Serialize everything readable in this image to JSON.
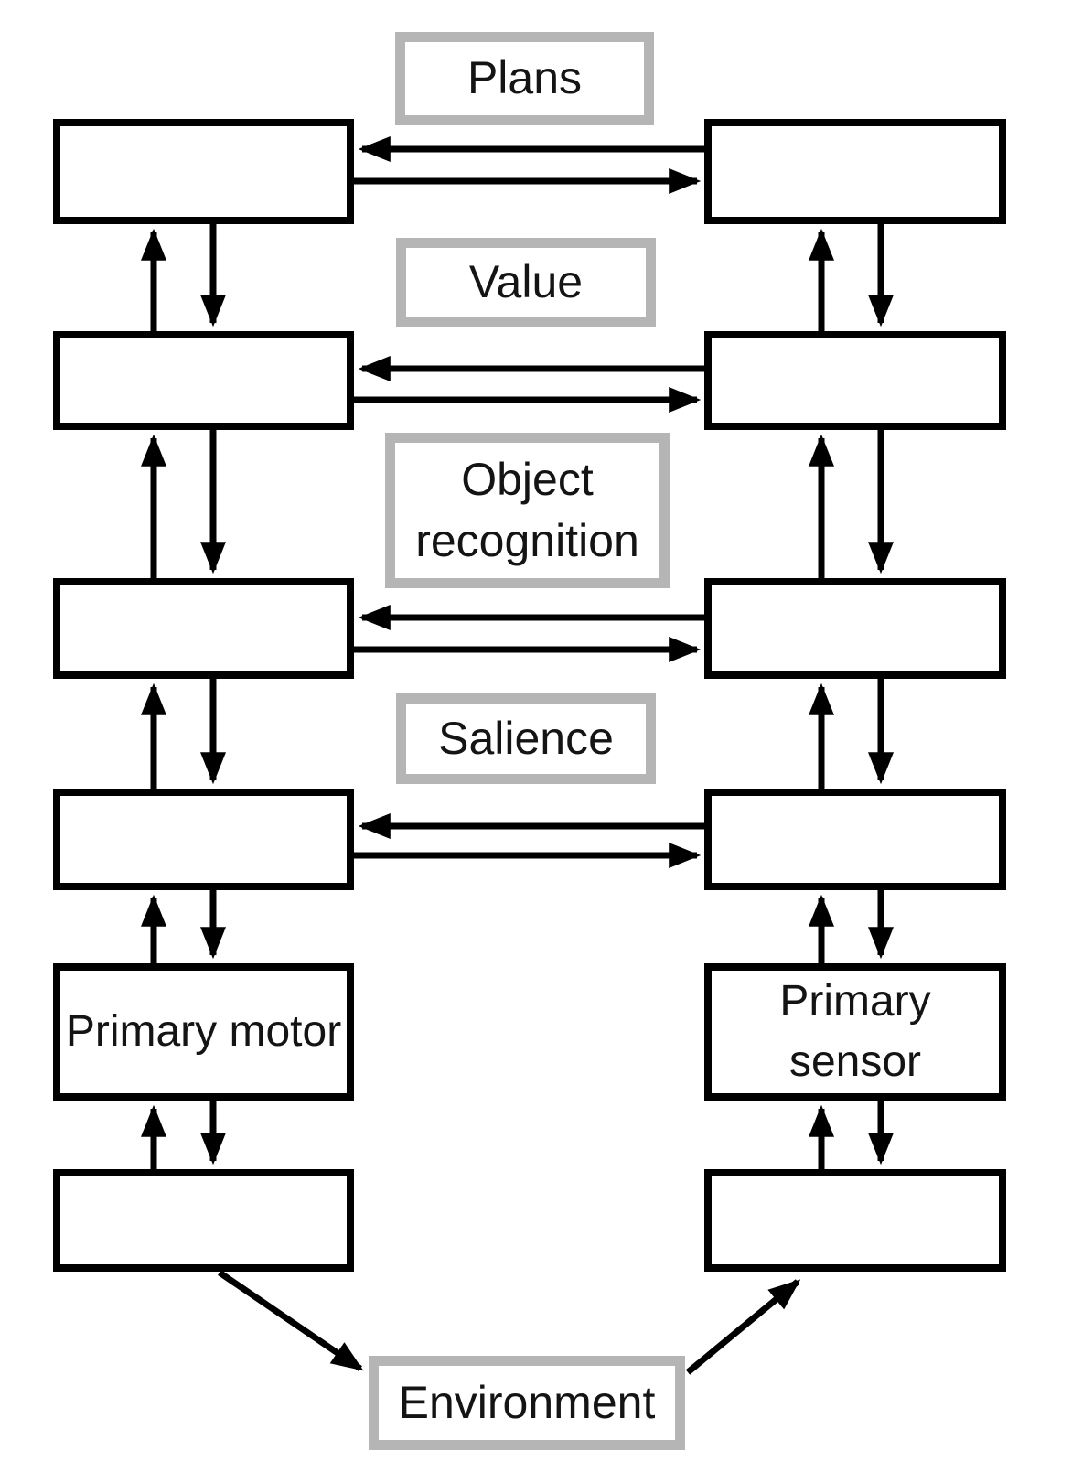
{
  "diagram": {
    "colors": {
      "background": "#ffffff",
      "line": "#000000",
      "box_border": "#000000",
      "box_fill": "#ffffff",
      "label_border": "#b5b5b5",
      "label_fill": "#ffffff",
      "text": "#141414"
    },
    "center_labels": [
      {
        "id": "plans",
        "text": "Plans"
      },
      {
        "id": "value",
        "text": "Value"
      },
      {
        "id": "object-recognition",
        "text": "Object recognition"
      },
      {
        "id": "salience",
        "text": "Salience"
      }
    ],
    "environment": {
      "text": "Environment"
    },
    "left_column": {
      "rows": [
        {
          "label": ""
        },
        {
          "label": ""
        },
        {
          "label": ""
        },
        {
          "label": ""
        },
        {
          "label": "Primary motor"
        },
        {
          "label": ""
        }
      ]
    },
    "right_column": {
      "rows": [
        {
          "label": ""
        },
        {
          "label": ""
        },
        {
          "label": ""
        },
        {
          "label": ""
        },
        {
          "label": "Primary sensor"
        },
        {
          "label": ""
        }
      ]
    }
  }
}
